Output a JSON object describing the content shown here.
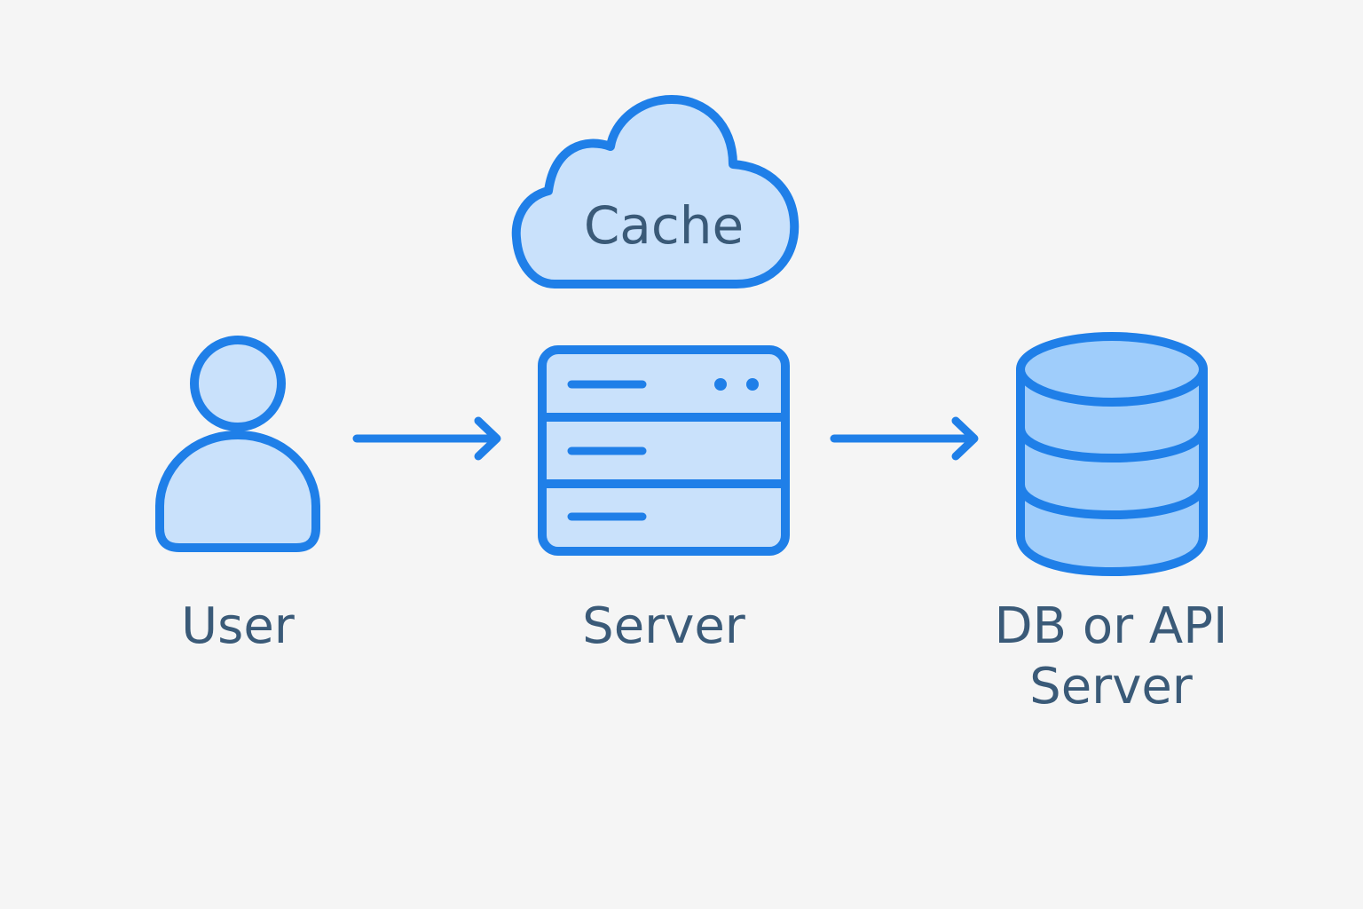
{
  "nodes": {
    "cache": {
      "label": "Cache",
      "icon": "cloud-icon"
    },
    "user": {
      "label": "User",
      "icon": "user-icon"
    },
    "server": {
      "label": "Server",
      "icon": "server-icon"
    },
    "db": {
      "label_line1": "DB or API",
      "label_line2": "Server",
      "icon": "database-icon"
    }
  },
  "edges": [
    {
      "from": "User",
      "to": "Server"
    },
    {
      "from": "Server",
      "to": "DB or API Server"
    }
  ],
  "colors": {
    "background": "#f5f5f5",
    "stroke": "#1f7fe8",
    "fill_light": "#c9e1fb",
    "fill_db": "#9fcdfb",
    "text": "#3a5a78"
  }
}
